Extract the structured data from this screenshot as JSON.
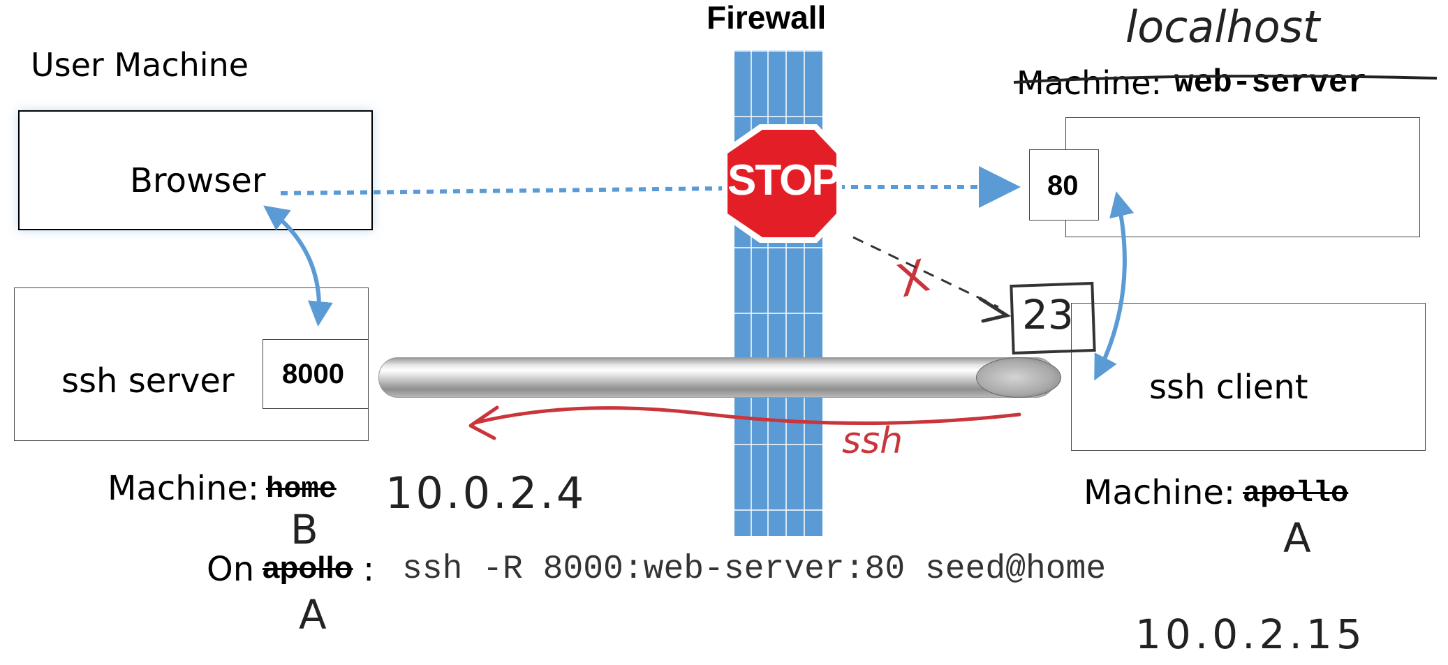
{
  "firewall_label": "Firewall",
  "stop_sign_text": "STOP",
  "user_machine": {
    "title": "User Machine",
    "browser_label": "Browser",
    "ssh_server_label": "ssh server",
    "port": "8000",
    "machine_prefix": "Machine:",
    "machine_name": "home",
    "ip_annotation": "10.0.2.4",
    "letter_annotation": "B"
  },
  "remote_machine": {
    "web_server_prefix": "Machine:",
    "web_server_name": "web-server",
    "localhost_annotation": "localhost",
    "web_port": "80",
    "ssh_port_annotation": "23",
    "ssh_client_label": "ssh client",
    "machine_prefix": "Machine:",
    "machine_name": "apollo",
    "letter_annotation": "A",
    "ip_annotation": "10.0.2.15"
  },
  "tunnel": {
    "ssh_annotation": "ssh",
    "blocked_mark": "X"
  },
  "command": {
    "prefix": "On",
    "host": "apollo",
    "colon": ":",
    "text": "ssh -R 8000:web-server:80 seed@home",
    "host_annotation": "A"
  },
  "colors": {
    "firewall_blue": "#5b9bd5",
    "arrow_blue": "#5b9bd5",
    "annotation_red": "#c9353a",
    "stop_red": "#e41e26"
  }
}
